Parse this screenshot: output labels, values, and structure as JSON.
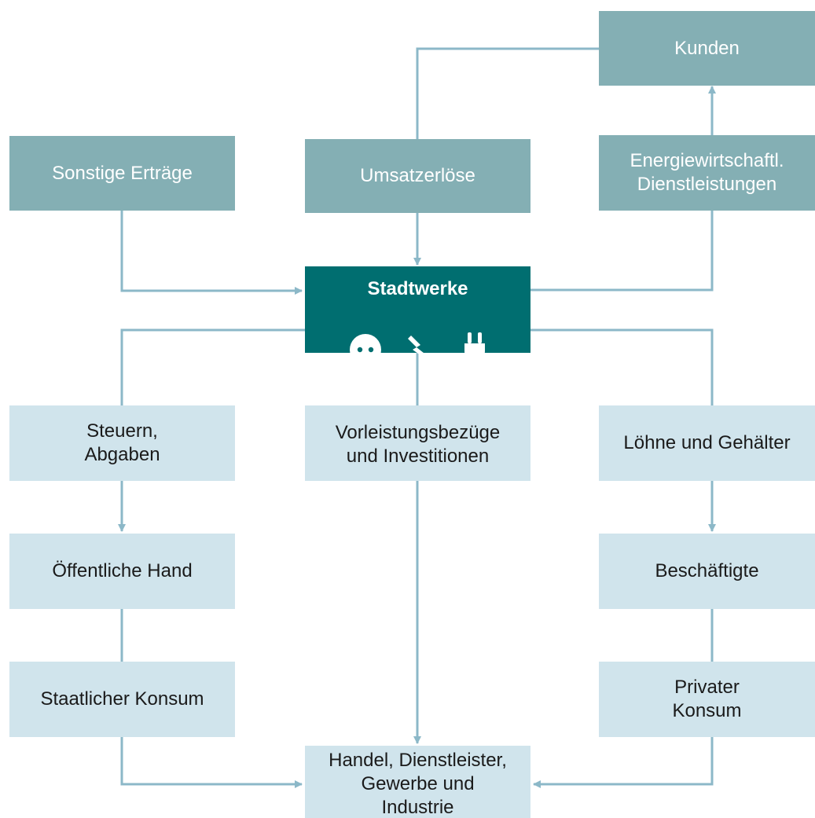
{
  "nodes": {
    "kunden": "Kunden",
    "sonstige_ertraege": "Sonstige Erträge",
    "umsatzerloese": "Umsatzerlöse",
    "energiewirtschaftl": "Energiewirtschaftl.\nDienstleistungen",
    "stadtwerke": "Stadtwerke",
    "steuern": "Steuern,\nAbgaben",
    "vorleistung": "Vorleistungsbezüge\nund Investitionen",
    "loehne": "Löhne und Gehälter",
    "oeffentliche_hand": "Öffentliche Hand",
    "beschaeftigte": "Beschäftigte",
    "staatlicher_konsum": "Staatlicher Konsum",
    "privater_konsum": "Privater\nKonsum",
    "handel": "Handel, Dienstleister,\nGewerbe und\nIndustrie"
  },
  "icons": [
    "socket-icon",
    "lightning-icon",
    "plug-icon"
  ],
  "colors": {
    "main": "#006e70",
    "mid": "#84afb4",
    "light": "#d0e4ec",
    "connector": "#8cb8c8"
  }
}
